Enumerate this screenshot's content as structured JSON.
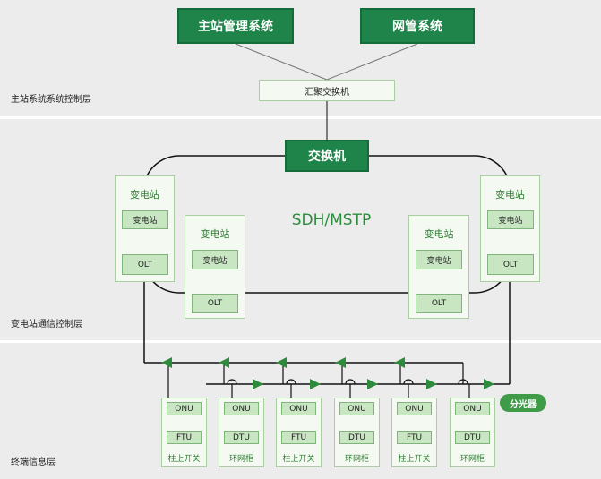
{
  "layers": {
    "master": "主站系统系统控制层",
    "substation": "变电站通信控制层",
    "terminal": "终端信息层"
  },
  "top": {
    "master_system": "主站管理系统",
    "nms": "网管系统",
    "aggregation_switch": "汇聚交换机"
  },
  "ring": {
    "switch": "交换机",
    "label": "SDH/MSTP"
  },
  "substations": [
    {
      "title": "变电站",
      "inner": "变电站",
      "olt": "OLT"
    },
    {
      "title": "变电站",
      "inner": "变电站",
      "olt": "OLT"
    },
    {
      "title": "变电站",
      "inner": "变电站",
      "olt": "OLT"
    },
    {
      "title": "变电站",
      "inner": "变电站",
      "olt": "OLT"
    }
  ],
  "splitter": "分光器",
  "terminals": [
    {
      "onu": "ONU",
      "device": "FTU",
      "label": "柱上开关"
    },
    {
      "onu": "ONU",
      "device": "DTU",
      "label": "环网柜"
    },
    {
      "onu": "ONU",
      "device": "FTU",
      "label": "柱上开关"
    },
    {
      "onu": "ONU",
      "device": "DTU",
      "label": "环网柜"
    },
    {
      "onu": "ONU",
      "device": "FTU",
      "label": "柱上开关"
    },
    {
      "onu": "ONU",
      "device": "DTU",
      "label": "环网柜"
    }
  ],
  "colors": {
    "dark_green": "#1e8449",
    "mid_green": "#c9e6c3",
    "pale_green": "#f4faf1",
    "arrow_green": "#2e8b3e",
    "background": "#ececec"
  }
}
